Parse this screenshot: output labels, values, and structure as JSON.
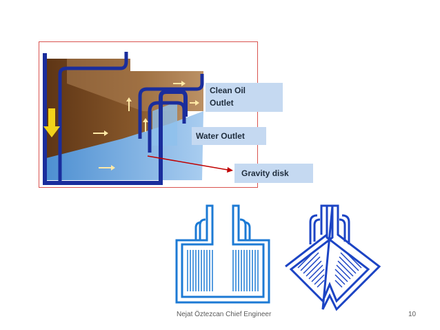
{
  "labels": {
    "clean_oil_line1": "Clean Oil",
    "clean_oil_line2": "Outlet",
    "water_outlet": "Water Outlet",
    "gravity_disk": "Gravity disk"
  },
  "footer": {
    "author": "Nejat Öztezcan Chief Engineer",
    "page_number": "10"
  },
  "colors": {
    "oil": "#7a4a22",
    "oil_light": "#c49a6c",
    "water": "#6fa8dc",
    "bowl_wall": "#1a2d9c",
    "arrow_yellow": "#f2d21a",
    "pointer_red": "#c00000",
    "callout_bg": "#c5d9f1",
    "frame_border": "#d9534f",
    "disk_outline": "#1c7ad4"
  },
  "icons": {
    "flow_arrows": "flow-arrow-icon",
    "down_arrow": "down-arrow-icon"
  }
}
